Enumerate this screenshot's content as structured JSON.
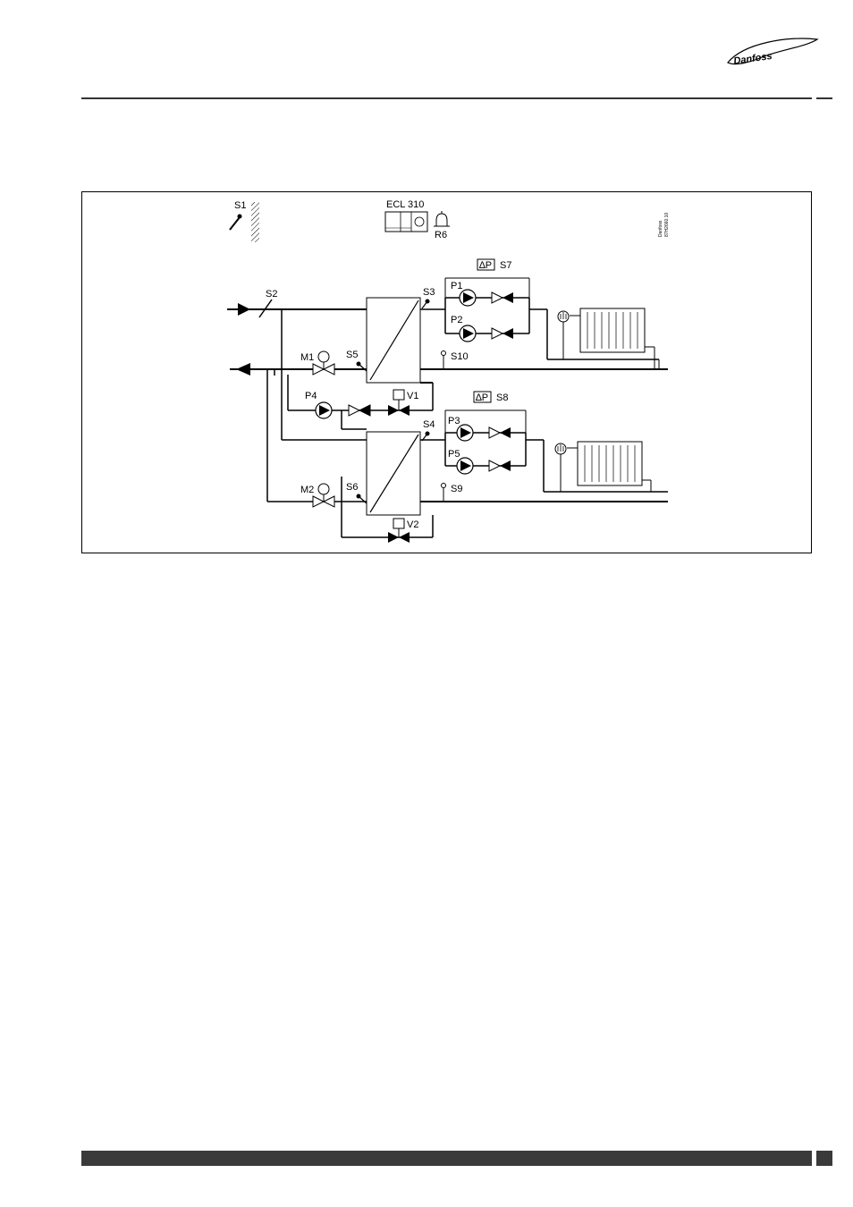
{
  "brand": {
    "logo_text": "Danfoss"
  },
  "diagram": {
    "controller": {
      "label": "ECL 310"
    },
    "alarm": {
      "label": "R6"
    },
    "sensors": {
      "s1": "S1",
      "s2": "S2",
      "s3": "S3",
      "s4": "S4",
      "s5": "S5",
      "s6": "S6",
      "s7": "S7",
      "s8": "S8",
      "s9": "S9",
      "s10": "S10"
    },
    "pumps": {
      "p1": "P1",
      "p2": "P2",
      "p3": "P3",
      "p4": "P4",
      "p5": "P5"
    },
    "motorized_valves": {
      "m1": "M1",
      "m2": "M2"
    },
    "valves": {
      "v1": "V1",
      "v2": "V2"
    },
    "dp_symbol": "∆P",
    "drawing_code": [
      "Danfoss",
      "87H2660.10"
    ]
  }
}
